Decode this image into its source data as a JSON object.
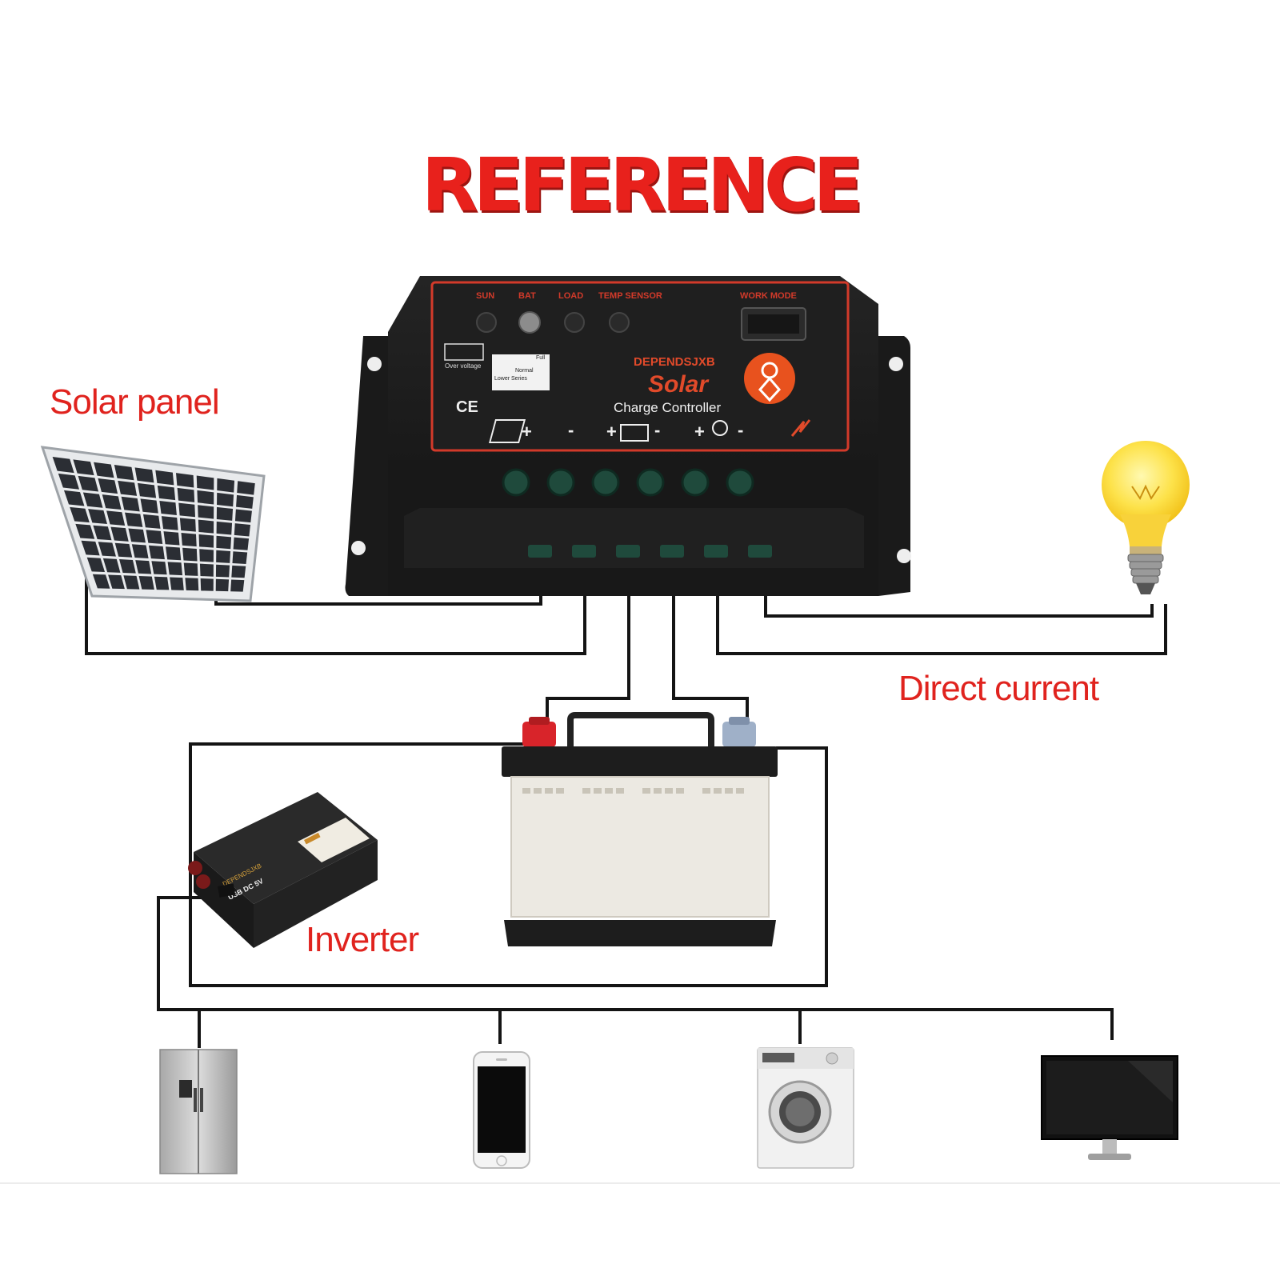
{
  "title": "REFERENCE",
  "labels": {
    "solar_panel": "Solar panel",
    "direct_current": "Direct current",
    "inverter": "Inverter"
  },
  "controller": {
    "indicators": [
      "SUN",
      "BAT",
      "LOAD",
      "TEMP SENSOR"
    ],
    "work_mode": "WORK MODE",
    "brand": "DEPENDSJXB",
    "product": "Solar",
    "subtitle": "Charge Controller",
    "mark": "CE",
    "diagram_text": [
      "Over voltage",
      "Lower Series",
      "Normal",
      "Full"
    ]
  },
  "inverter": {
    "brand": "DEPENDSJXB",
    "voltage": "USB DC 5V"
  },
  "appliances": [
    "refrigerator",
    "smartphone",
    "washing-machine",
    "monitor"
  ],
  "colors": {
    "accent_red": "#e8211c",
    "wire": "#141414",
    "controller_body": "#1c1c1c",
    "terminal_green": "#1f4a3c"
  }
}
